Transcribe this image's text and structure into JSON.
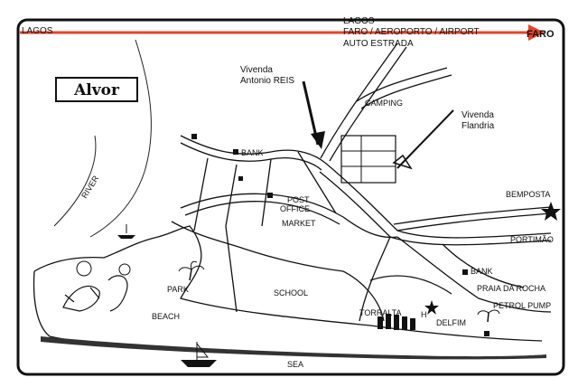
{
  "map": {
    "title": "Alvor",
    "route_bar": {
      "left_label": "LAGOS",
      "right_label": "FARO",
      "top_lines": [
        "LAGOS",
        "FARO / AEROPORTO / AIRPORT",
        "AUTO ESTRADA"
      ],
      "color": "#e8432a"
    },
    "annotations": {
      "vivenda_reis": [
        "Vivenda",
        "Antonio REIS"
      ],
      "vivenda_flandria": [
        "Vivenda",
        "Flandria"
      ]
    },
    "places": {
      "camping": "CAMPING",
      "bank1": "BANK",
      "bank2": "BANK",
      "post_office": [
        "POST",
        "OFFICE"
      ],
      "market": "MARKET",
      "river": "RIVER",
      "park": "PARK",
      "school": "SCHOOL",
      "beach": "BEACH",
      "sea": "SEA",
      "torralta": "TORRALTA",
      "delfim": "DELFIM",
      "hotel_marker": "H",
      "bemposta": "BEMPOSTA",
      "portimao": "PORTIMÃO",
      "praia_da_rocha": "PRAIA DA ROCHA",
      "petrol_pump": "PETROL PUMP"
    },
    "icons": [
      "star-icon",
      "bank-square-icon",
      "palm-tree-icon",
      "boat-icon",
      "arrow-icon"
    ]
  }
}
